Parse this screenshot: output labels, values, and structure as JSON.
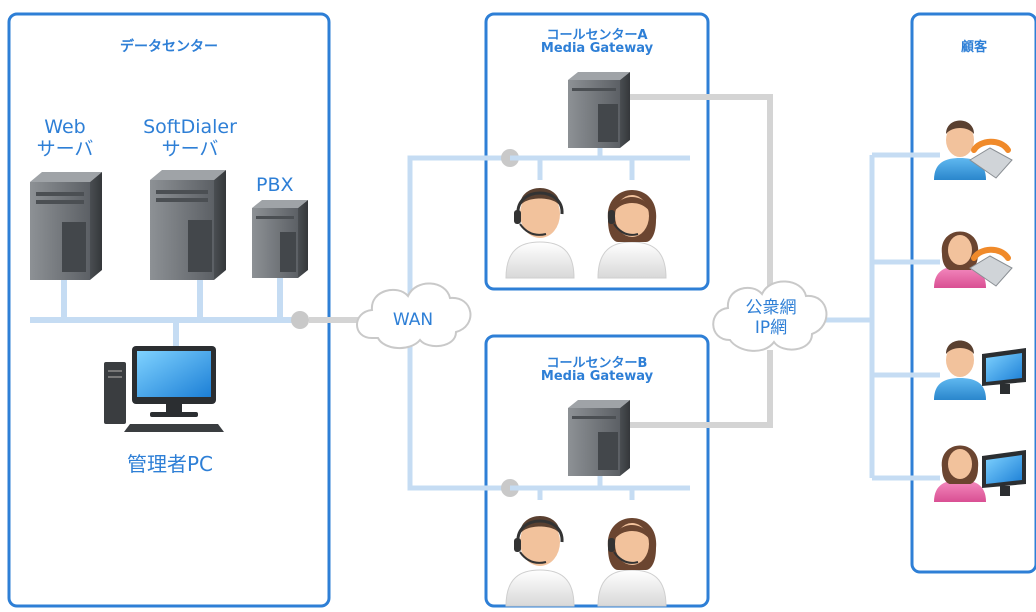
{
  "data_center": {
    "title": "データセンター",
    "web_server": "Web\nサーバ",
    "softdialer_server": "SoftDialer\nサーバ",
    "pbx": "PBX",
    "admin_pc": "管理者PC"
  },
  "wan": {
    "label": "WAN"
  },
  "public_network": {
    "label": "公衆網\nIP網"
  },
  "call_center_a": {
    "title": "コールセンターA",
    "subtitle": "Media Gateway"
  },
  "call_center_b": {
    "title": "コールセンターB",
    "subtitle": "Media Gateway"
  },
  "customers": {
    "title": "顧客"
  },
  "colors": {
    "frame": "#2e7fd6",
    "line_blue": "#c5dcf3",
    "line_gray": "#d4d4d4",
    "server": "#6f7378",
    "skin": "#f2c29c"
  }
}
